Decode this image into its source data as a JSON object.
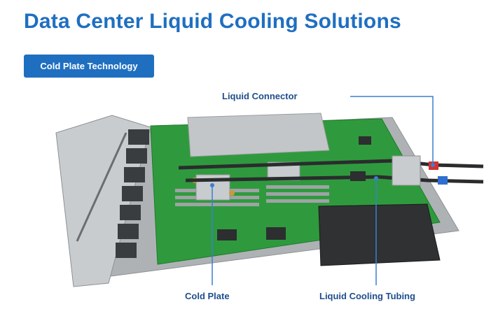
{
  "header": {
    "title": "Data Center Liquid Cooling Solutions"
  },
  "badge": {
    "label": "Cold Plate Technology"
  },
  "callouts": {
    "liquid_connector": "Liquid Connector",
    "cold_plate": "Cold Plate",
    "liquid_cooling_tubing": "Liquid Cooling Tubing"
  },
  "colors": {
    "brand_blue": "#1f6fc1",
    "pcb_green": "#2f9a3d",
    "chassis_gray": "#b9bcbf",
    "connector_red": "#d3322f",
    "connector_blue": "#2f6fd0",
    "callout_line": "#3a7fd0"
  }
}
